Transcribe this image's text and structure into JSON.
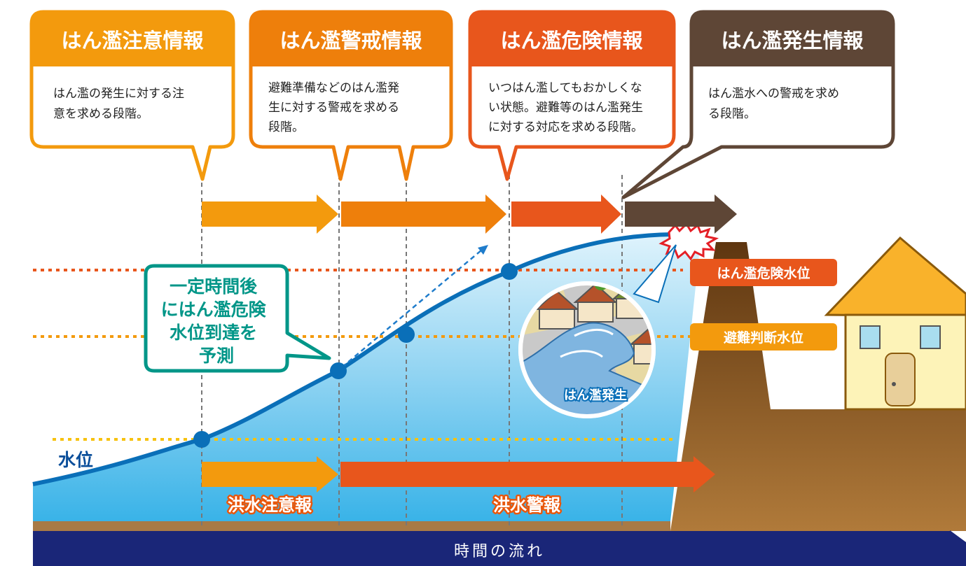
{
  "stages": [
    {
      "title": "はん濫注意情報",
      "desc_lines": [
        "はん濫の発生に対する注",
        "意を求める段階。"
      ],
      "color": "#f39a0d"
    },
    {
      "title": "はん濫警戒情報",
      "desc_lines": [
        "避難準備などのはん濫発",
        "生に対する警戒を求める",
        "段階。"
      ],
      "color": "#ee7f0b"
    },
    {
      "title": "はん濫危険情報",
      "desc_lines": [
        "いつはん濫してもおかしくな",
        "い状態。避難等のはん濫発生",
        "に対する対応を求める段階。"
      ],
      "color": "#e8561c"
    },
    {
      "title": "はん濫発生情報",
      "desc_lines": [
        "はん濫水への警戒を求め",
        "る段階。"
      ],
      "color": "#5e4636"
    }
  ],
  "levels": {
    "danger": {
      "label": "はん濫危険水位",
      "color": "#e8561c"
    },
    "evacuation": {
      "label": "避難判断水位",
      "color": "#f39a0d"
    }
  },
  "prediction_lines": [
    "一定時間後",
    "にはん濫危険",
    "水位到達を",
    "予測"
  ],
  "flood_label": "はん濫発生",
  "water_level_label": "水位",
  "forecasts": {
    "caution": "洪水注意報",
    "warning": "洪水警報"
  },
  "timeline_label": "時間の流れ",
  "colors": {
    "line": "#0a6fb8",
    "timeline": "#1a2678",
    "ground": "#7a4a1c",
    "prediction": "#009688"
  }
}
